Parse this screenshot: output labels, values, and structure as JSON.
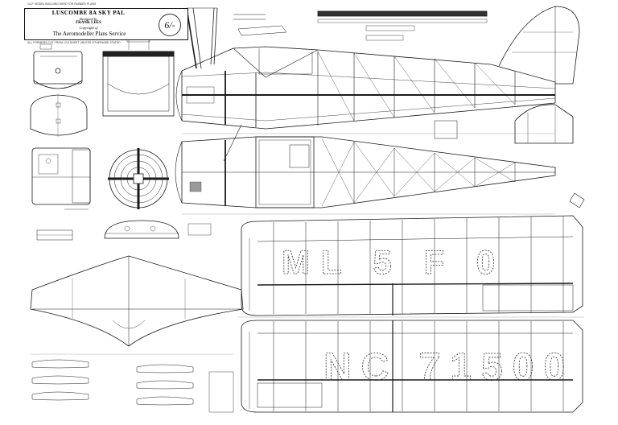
{
  "title_block": {
    "model_name": "LUSCOMBE 8A SKY PAL",
    "designer_label": "Designed by",
    "designer": "FRANK LEES",
    "copyright": "Copyright of",
    "publisher": "The Aeromodeller Plans Service",
    "plan_number": "6/-"
  },
  "top_note": "1/12\" MODEL BUILDING WIRE FOR RUBBER PLANS",
  "under_note": "ALL FORMERS CUT FROM 1/16 SHEET UNLESS OTHERWISE STATED",
  "registration": {
    "wing_upper": "ML 5 F 0",
    "wing_lower": "NC 71500"
  },
  "colors": {
    "ink": "#1a1a1a",
    "light_ink": "#555555",
    "paper": "#ffffff"
  }
}
